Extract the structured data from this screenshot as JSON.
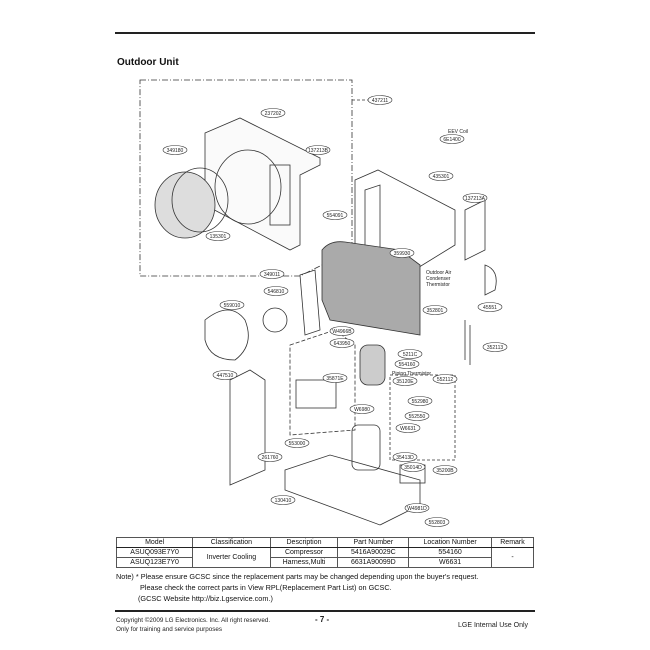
{
  "section_title": "Outdoor Unit",
  "diagram": {
    "part_labels": [
      "437211",
      "237202",
      "349180",
      "135301",
      "137213B",
      "6E1400",
      "435301",
      "137213A",
      "554091",
      "359930",
      "349011",
      "546810",
      "559010",
      "45551",
      "W4966B",
      "643950",
      "352801",
      "5211C",
      "554160",
      "35120E",
      "352113",
      "447510",
      "35871E",
      "552112",
      "W6980",
      "552980",
      "552550",
      "W6631",
      "553000",
      "261760",
      "35413D",
      "35014D",
      "35200B",
      "130410",
      "W4981D",
      "552803"
    ],
    "annotations": [
      "EEV Coil",
      "Outdoor Air",
      "Condenser",
      "Thermistor",
      "Piping Thermistor"
    ]
  },
  "table": {
    "headers": [
      "Model",
      "Classification",
      "Description",
      "Part Number",
      "Location Number",
      "Remark"
    ],
    "models": [
      "ASUQ093E7Y0",
      "ASUQ123E7Y0"
    ],
    "classification": "Inverter Cooling",
    "rows": [
      {
        "description": "Compressor",
        "part_number": "5416A90029C",
        "location": "554160"
      },
      {
        "description": "Harness,Multi",
        "part_number": "6631A90099D",
        "location": "W6631"
      }
    ],
    "remark": "-"
  },
  "notes": [
    "Note) * Please ensure GCSC since the replacement parts may be changed depending upon the buyer's request.",
    "Please check  the correct parts in View RPL(Replacement Part List) on GCSC.",
    "(GCSC Website  http://biz.Lgservice.com.)"
  ],
  "footer": {
    "copyright": "Copyright ©2009 LG Electronics. Inc. All right reserved.",
    "training": "Only for training and service purposes",
    "page_number": "- 7 -",
    "internal": "LGE Internal Use Only"
  }
}
